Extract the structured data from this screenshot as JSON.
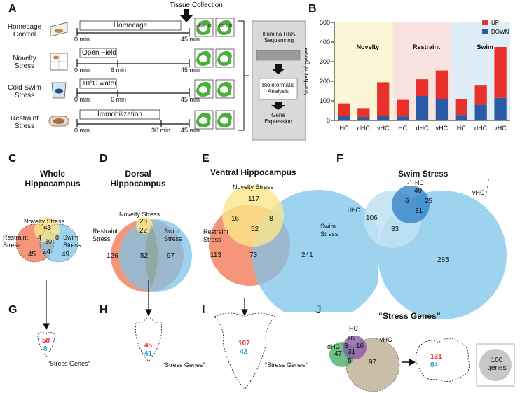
{
  "panel_letters": [
    "A",
    "B",
    "C",
    "D",
    "E",
    "F",
    "G",
    "H",
    "I",
    "J"
  ],
  "panel_a": {
    "tissue_collection": "Tissue Collection",
    "conditions": [
      {
        "label_line1": "Homecage",
        "label_line2": "Control",
        "bar_label": "Homecage",
        "ticks": [
          "0 min",
          "45 min"
        ]
      },
      {
        "label_line1": "Novelty",
        "label_line2": "Stress",
        "bar_label": "Open Field",
        "ticks": [
          "0 min",
          "6 min",
          "45 min"
        ]
      },
      {
        "label_line1": "Cold Swim",
        "label_line2": "Stress",
        "bar_label": "18°C water",
        "ticks": [
          "0 min",
          "6 min",
          "45 min"
        ]
      },
      {
        "label_line1": "Restraint",
        "label_line2": "Stress",
        "bar_label": "Immobilization",
        "ticks": [
          "0 min",
          "30 min",
          "45 min"
        ]
      }
    ],
    "tissue_labels": [
      "whole HC",
      "dHC vHC"
    ],
    "pipeline": [
      "Illumina RNA Sequencing",
      "Bioinformatic Analysis",
      "Gene Expression"
    ]
  },
  "chart_data": {
    "type": "bar",
    "ylabel": "Number of genes",
    "ylim": [
      0,
      500
    ],
    "yticks": [
      0,
      100,
      200,
      300,
      400,
      500
    ],
    "categories": [
      "HC",
      "dHC",
      "vHC",
      "HC",
      "dHC",
      "vHC",
      "HC",
      "dHC",
      "vHC"
    ],
    "groups": [
      "Novelty",
      "Restraint",
      "Swim"
    ],
    "group_colors": [
      "#fbf6d6",
      "#f9e3df",
      "#deedf7"
    ],
    "series": [
      {
        "name": "DOWN",
        "color": "#2b5aa6",
        "values": [
          22,
          18,
          25,
          20,
          125,
          110,
          28,
          80,
          115
        ]
      },
      {
        "name": "UP",
        "color": "#e8312a",
        "values": [
          65,
          45,
          170,
          85,
          85,
          145,
          82,
          98,
          260
        ]
      }
    ],
    "legend": [
      "UP",
      "DOWN"
    ],
    "legend_position": "top-right"
  },
  "panel_c": {
    "title_line1": "Whole",
    "title_line2": "Hippocampus",
    "novelty": "Novelty Stress",
    "restraint_line1": "Restraint",
    "restraint_line2": "Stress",
    "swim_line1": "Swim",
    "swim_line2": "Stress",
    "values": [
      "43",
      "4",
      "30",
      "8",
      "45",
      "24",
      "49"
    ]
  },
  "panel_d": {
    "title_line1": "Dorsal",
    "title_line2": "Hippocampus",
    "novelty": "Novelty Stress",
    "restraint_line1": "Restraint",
    "restraint_line2": "Stress",
    "swim_line1": "Swim",
    "swim_line2": "Stress",
    "values": [
      "28",
      "22",
      "126",
      "52",
      "97"
    ]
  },
  "panel_e": {
    "title": "Ventral Hippocampus",
    "novelty": "Novelty Stress",
    "restraint_line1": "Restraint",
    "restraint_line2": "Stress",
    "swim_line1": "Swim",
    "swim_line2": "Stress",
    "values": [
      "117",
      "16",
      "8",
      "52",
      "113",
      "73",
      "241"
    ]
  },
  "panel_f": {
    "title": "Swim Stress",
    "hc": "HC",
    "dhc": "dHC",
    "vhc": "vHC",
    "values": [
      "49",
      "6",
      "25",
      "31",
      "106",
      "33",
      "285"
    ]
  },
  "panel_g": {
    "up": "58",
    "down": "8",
    "caption": "“Stress Genes”"
  },
  "panel_h": {
    "up": "45",
    "down": "41",
    "caption": "“Stress Genes”"
  },
  "panel_i": {
    "up": "107",
    "down": "42",
    "caption": "“Stress Genes”"
  },
  "panel_j": {
    "title": "“Stress Genes”",
    "hc": "HC",
    "dhc": "dHC",
    "vhc": "vHC",
    "values": [
      "16",
      "3",
      "16",
      "31",
      "47",
      "5",
      "97"
    ],
    "up": "131",
    "down": "84",
    "box_line1": "100",
    "box_line2": "genes"
  },
  "colors": {
    "up": "#e8312a",
    "down": "#2b9bd6",
    "novelty": "#fbe78a",
    "restraint": "#f4896a",
    "swim": "#7cc4ea",
    "brain": "#4caf3c"
  }
}
